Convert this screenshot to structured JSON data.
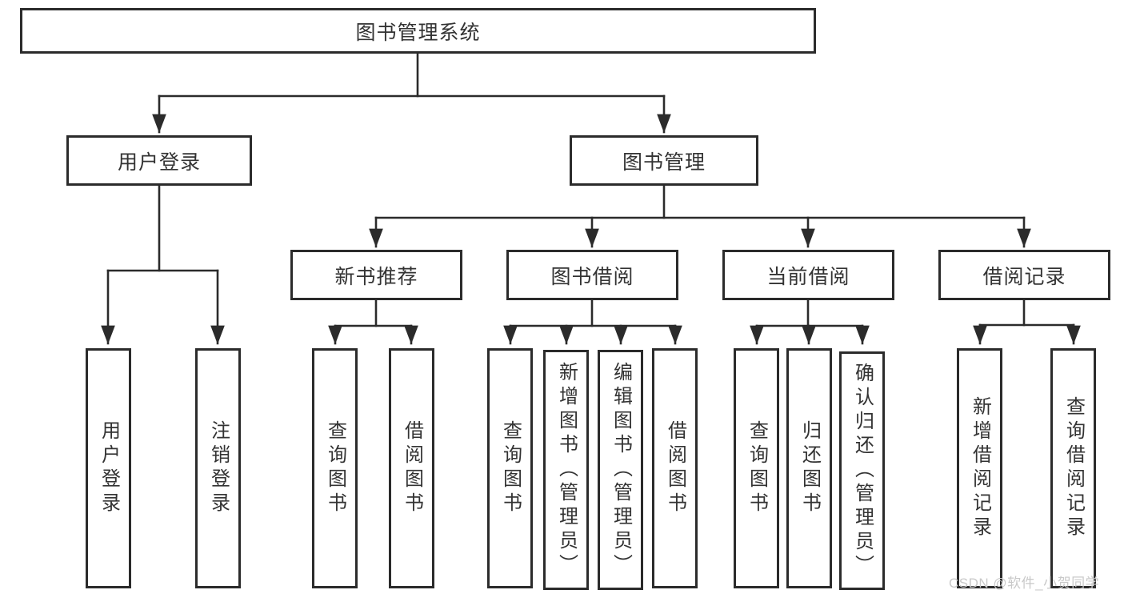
{
  "colors": {
    "line": "#2b2b2b",
    "box_border": "#2b2b2b",
    "text": "#333333",
    "watermark_text": "#c9c9c9",
    "background": "#ffffff"
  },
  "nodes": {
    "root": "图书管理系统",
    "user_login_branch": "用户登录",
    "book_mgmt_branch": "图书管理",
    "new_book_rec": "新书推荐",
    "book_borrow": "图书借阅",
    "current_borrow": "当前借阅",
    "borrow_records": "借阅记录",
    "leaf_user_login": "用户登录",
    "leaf_logout": "注销登录",
    "leaf_rec_query_books": "查询图书",
    "leaf_rec_borrow_books": "借阅图书",
    "leaf_bb_query_books": "查询图书",
    "leaf_bb_add_books": "新增图书（管理员）",
    "leaf_bb_edit_books": "编辑图书（管理员）",
    "leaf_bb_borrow_books": "借阅图书",
    "leaf_cb_query_books": "查询图书",
    "leaf_cb_return_books": "归还图书",
    "leaf_cb_confirm_return": "确认归还（管理员）",
    "leaf_br_add_record": "新增借阅记录",
    "leaf_br_query_record": "查询借阅记录"
  },
  "watermark": {
    "text": "CSDN @软件_小贺同学"
  }
}
